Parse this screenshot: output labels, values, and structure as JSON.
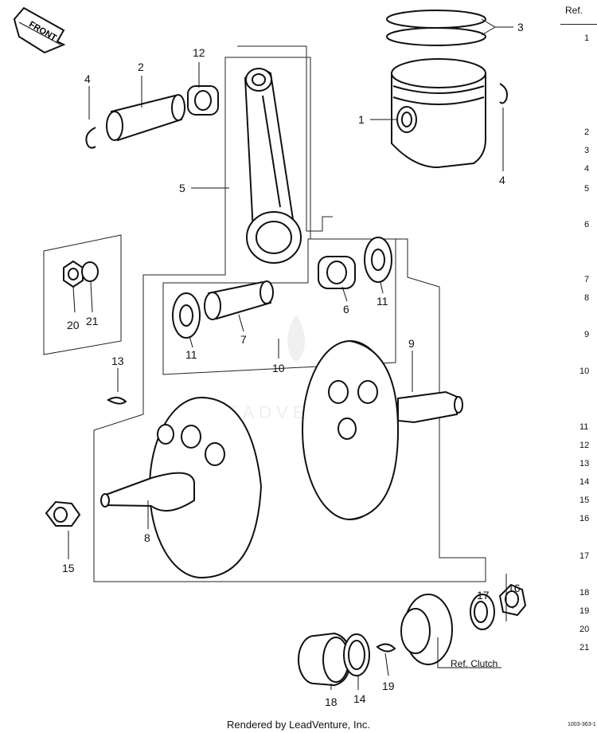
{
  "diagram": {
    "front_label": "FRONT",
    "ref_clutch_label": "Ref. Clutch",
    "footer": "Rendered by LeadVenture, Inc.",
    "watermark": "LEADVENTURE",
    "callouts": [
      "1",
      "2",
      "3",
      "4",
      "4",
      "5",
      "6",
      "7",
      "8",
      "9",
      "10",
      "11",
      "11",
      "12",
      "13",
      "14",
      "15",
      "16",
      "17",
      "18",
      "19",
      "20",
      "21"
    ]
  },
  "ref_column": {
    "header": "Ref.",
    "numbers": [
      "1",
      "2",
      "3",
      "4",
      "5",
      "6",
      "7",
      "8",
      "9",
      "10",
      "11",
      "12",
      "13",
      "14",
      "15",
      "16",
      "17",
      "18",
      "19",
      "20",
      "21"
    ],
    "code": "1003-363-1"
  }
}
